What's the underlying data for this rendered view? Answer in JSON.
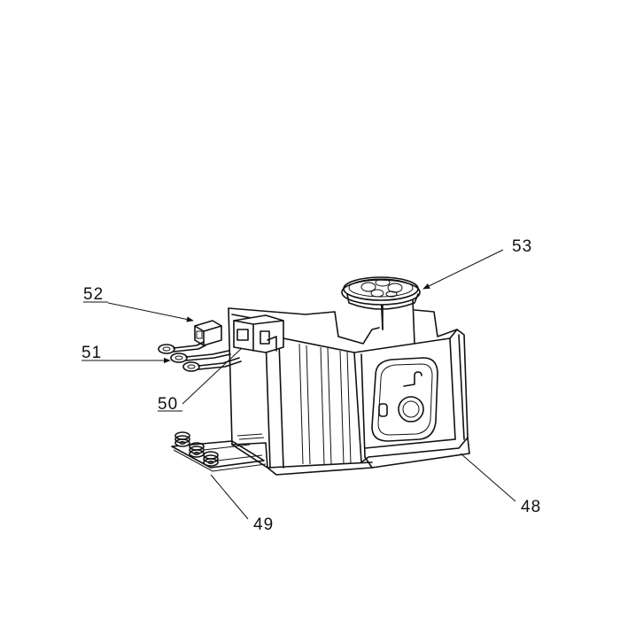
{
  "labels": {
    "l48": "48",
    "l49": "49",
    "l50": "50",
    "l51": "51",
    "l52": "52",
    "l53": "53"
  }
}
